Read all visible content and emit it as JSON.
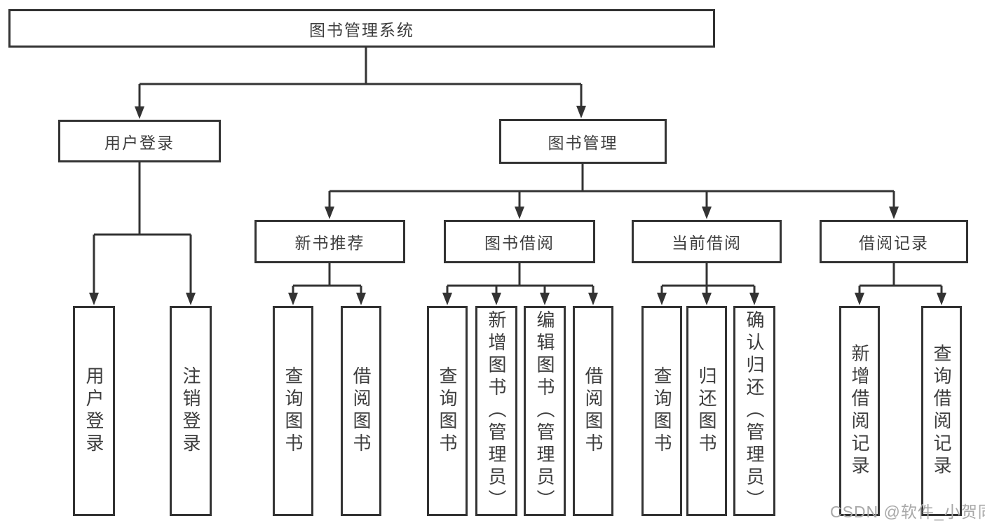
{
  "diagram": {
    "type": "tree-structure-chart",
    "colors": {
      "background": "#ffffff",
      "line": "#333333",
      "box_border": "#333333",
      "box_fill": "#ffffff",
      "text": "#3d3d3d",
      "watermark_text_color": "#a8a8a8"
    },
    "tree": {
      "root": {
        "label": "图书管理系统"
      },
      "branches": [
        {
          "label": "用户登录",
          "children": [
            "用户登录",
            "注销登录"
          ]
        },
        {
          "label": "图书管理",
          "children": [
            {
              "label": "新书推荐",
              "children": [
                "查询图书",
                "借阅图书"
              ]
            },
            {
              "label": "图书借阅",
              "children": [
                "查询图书",
                "新增图书（管理员）",
                "编辑图书（管理员）",
                "借阅图书"
              ]
            },
            {
              "label": "当前借阅",
              "children": [
                "查询图书",
                "归还图书",
                "确认归还（管理员）"
              ]
            },
            {
              "label": "借阅记录",
              "children": [
                "新增借阅记录",
                "查询借阅记录"
              ]
            }
          ]
        }
      ]
    }
  },
  "watermark": {
    "text": "CSDN @软件_小贺同学"
  }
}
